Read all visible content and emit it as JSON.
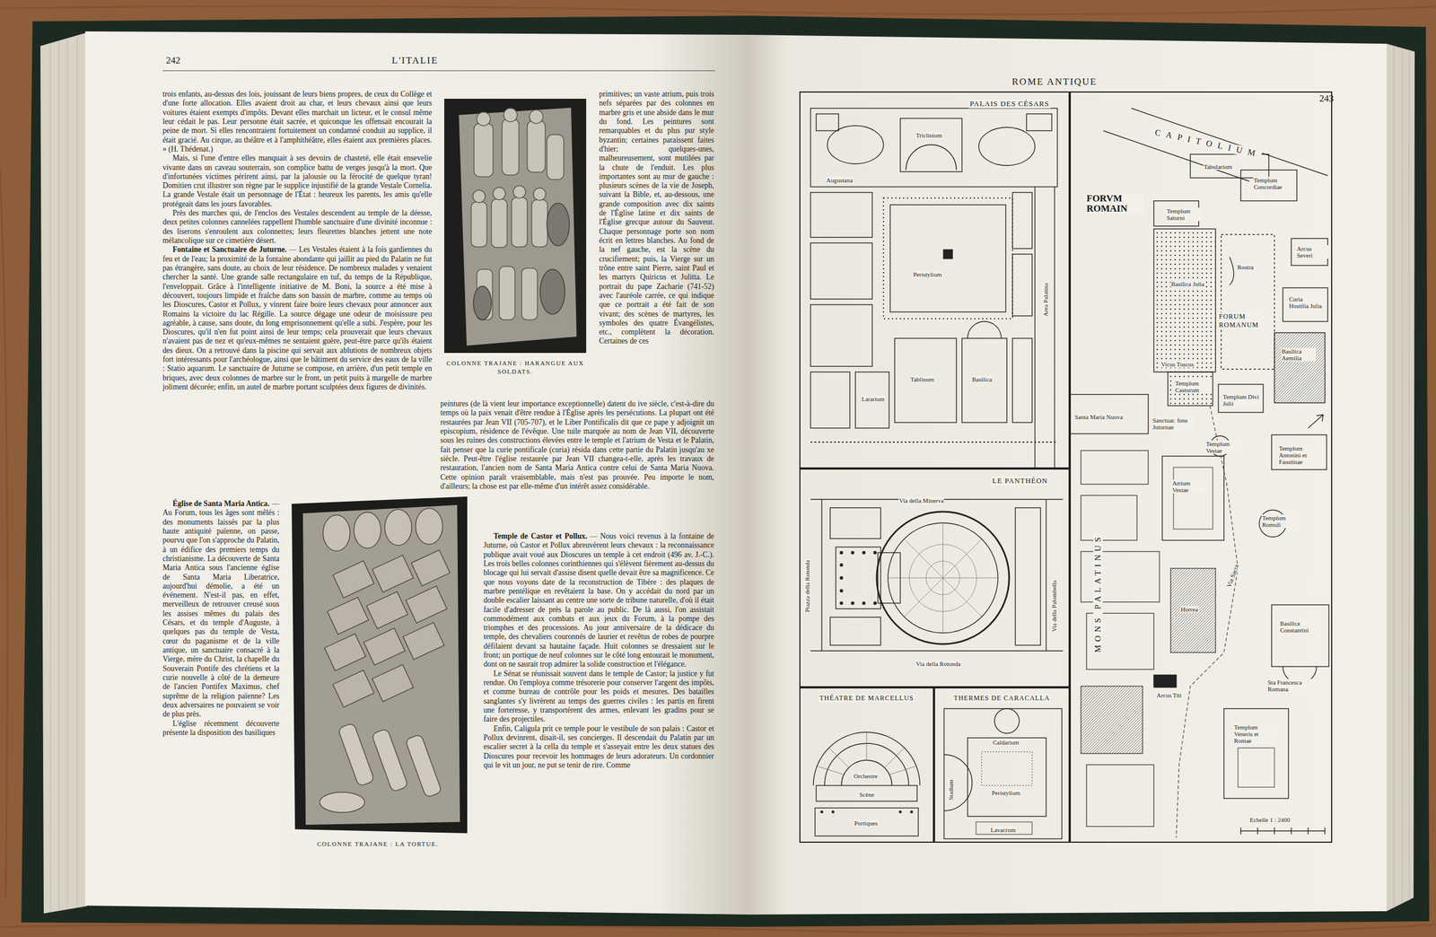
{
  "diagram": {
    "nodes": [
      {
        "text": [
          "COLONNE TRAJANE : HARANGUE AUX SOLDATS."
        ]
      },
      {
        "text": [
          "COLONNE TRAJANE : LA TORTUE."
        ]
      },
      {
        "text": [
          "PALAIS DES CÉSARS",
          "Triclinium",
          "Augustana",
          "Peristylium",
          "Tablinum",
          "Basilica",
          "Lararium",
          "Area Palatina"
        ]
      },
      {
        "text": [
          "LE PANTHÉON",
          "Via della Minerva",
          "Piazza della Rotonda",
          "Via della Palombella",
          "Via della Rotonda"
        ]
      },
      {
        "text": [
          "THÉATRE DE MARCELLUS",
          "Orchestre",
          "Scène",
          "Portiques"
        ]
      },
      {
        "text": [
          "THERMES DE CARACALLA",
          "Stadium",
          "Caldarium",
          "Peristylium",
          "Lavacrum"
        ]
      },
      {
        "text": [
          "FORVM ROMAIN",
          "CAPITOLIUM",
          "Tabularium",
          "Templum Concordiae",
          "Templum Saturni",
          "Basilica Julia",
          "Rostra",
          "Arcus Severi",
          "Curia Hostilia Julia",
          "FORUM ROMANUM",
          "Basilica Aemilia",
          "Vicus Tuscus",
          "Templum Castorum",
          "Santa Maria Nuova",
          "Sanctuar. fons Juturnae",
          "Templum Divi Julii",
          "Templum Vestae",
          "Templum Antonini et Faustinae",
          "Atrium Vestae",
          "Templum Romuli",
          "MONS PALATINUS",
          "Horrea",
          "Via Sacra",
          "Basilica Constantini",
          "Arcus Titi",
          "Sta Francesca Romana",
          "Templum Veneris et Romae",
          "Echelle 1 : 2400"
        ]
      }
    ],
    "labels": [
      "242",
      "L'ITALIE",
      "trois enfants, au-dessus des lois, jouissant de leurs biens propres, de ceux du Collège et d'une forte allocation. Elles avaient droit au char, et leurs chevaux ainsi que leurs voitures étaient exempts d'impôts. Devant elles marchait un licteur, et le consul même leur cédait le pas. Leur personne était sacrée, et quiconque les offensait encourait la peine de mort. Si elles rencontraient fortuitement un condamné conduit au supplice, il était gracié. Au cirque, au théâtre et à l'amphithéâtre, elles étaient aux premières places. » (H. Thédenat.)",
      "Mais, si l'une d'entre elles manquait à ses devoirs de chasteté, elle était ensevelie vivante dans un caveau souterrain, son complice battu de verges jusqu'à la mort. Que d'infortunées victimes périrent ainsi, par la jalousie ou la férocité de quelque tyran! Domitien crut illustrer son règne par le supplice injustifié de la grande Vestale Cornelia. La grande Vestale était un personnage de l'État : heureux les parents, les amis qu'elle protégeait dans les jours favorables.",
      "Près des marches qui, de l'enclos des Vestales descendent au temple de la déesse, deux petites colonnes cannelées rappellent l'humble sanctuaire d'une divinité inconnue : des liserons s'enroulent aux colonnettes; leurs fleurettes blanches jettent une note mélancolique sur ce cimetière désert.",
      "Fontaine et Sanctuaire de Juturne.",
      "— Les Vestales étaient à la fois gardiennes du feu et de l'eau; la proximité de la fontaine abondante qui jaillit au pied du Palatin ne fut pas étrangère, sans doute, au choix de leur résidence. De nombreux malades y venaient chercher la santé. Une grande salle rectangulaire en tuf, du temps de la République, l'enveloppait. Grâce à l'intelligente initiative de M. Boni, la source a été mise à découvert, toujours limpide et fraîche dans son bassin de marbre, comme au temps où les Dioscures, Castor et Pollux, y vinrent faire boire leurs chevaux pour annoncer aux Romains la victoire du lac Régille. La source dégage une odeur de moisissure peu agréable, à cause, sans doute, du long emprisonnement qu'elle a subi. J'espère, pour les Dioscures, qu'il n'en fut point ainsi de leur temps; cela prouverait que leurs chevaux n'avaient pas de nez et qu'eux-mêmes ne sentaient guère, peut-être parce qu'ils étaient des dieux. On a retrouvé dans la piscine qui servait aux ablutions de nombreux objets fort intéressants pour l'archéologue, ainsi que le bâtiment du service des eaux de la ville : Statio aquarum. Le sanctuaire de Juturne se compose, en arrière, d'un petit temple en briques, avec deux colonnes de marbre sur le front, un petit puits à margelle de marbre joliment décorée; enfin, un autel de marbre portant sculptées deux figures de divinités.",
      "Église de Santa Maria Antica.",
      "— Au Forum, tous les âges sont mêlés : des monuments laissés par la plus haute antiquité païenne, on passe, pourvu que l'on s'approche du Palatin, à un édifice des premiers temps du christianisme. La découverte de Santa Maria Antica sous l'ancienne église de Santa Maria Liberatrice, aujourd'hui démolie, a été un événement. N'est-il pas, en effet, merveilleux de retrouver creusé sous les assises mêmes du palais des Césars, et du temple d'Auguste, à quelques pas du temple de Vesta, cœur du paganisme et de la ville antique, un sanctuaire consacré à la Vierge, mère du Christ, la chapelle du Souverain Pontife des chrétiens et la curie nouvelle à côté de la demeure de l'ancien Pontifex Maximus, chef suprême de la religion païenne? Les deux adversaires ne pouvaient se voir de plus près.",
      "L'église récemment découverte présente la disposition des basiliques",
      "primitives; un vaste atrium, puis trois nefs séparées par des colonnes en marbre gris et une abside dans le mur du fond. Les peintures sont remarquables et du plus pur style byzantin; certaines paraissent faites d'hier; quelques-unes, malheureusement, sont mutilées par la chute de l'enduit. Les plus importantes sont au mur de gauche : plusieurs scènes de la vie de Joseph, suivant la Bible, et, au-dessous, une grande composition avec dix saints de l'Église latine et dix saints de l'Église grecque autour du Sauveur. Chaque personnage porte son nom écrit en lettres blanches. Au fond de la nef gauche, est la scène du crucifiement; puis, la Vierge sur un trône entre saint Pierre, saint Paul et les martyrs Quiricus et Julitta. Le portrait du pape Zacharie (741-52) avec l'auréole carrée, ce qui indique que ce portrait a été fait de son vivant; des scènes de martyres, les symboles des quatre Évangélistes, etc., complètent la décoration. Certaines de ces",
      "peintures (de là vient leur importance exceptionnelle) datent du ive siècle, c'est-à-dire du temps où la paix venait d'être rendue à l'Église après les persécutions. La plupart ont été restaurées par Jean VII (705-707), et le Liber Pontificalis dit que ce pape y adjoignit un episcopium, résidence de l'évêque. Une tuile marquée au nom de Jean VII, découverte sous les ruines des constructions élevées entre le temple et l'atrium de Vesta et le Palatin, fait penser que la curie pontificale (curia) résida dans cette partie du Palatin jusqu'au xe siècle. Peut-être l'église restaurée par Jean VII changea-t-elle, après les travaux de restauration, l'ancien nom de Santa Maria Antica contre celui de Santa Maria Nuova. Cette opinion paraît vraisemblable, mais n'est pas prouvée. Peu importe le nom, d'ailleurs; la chose est par elle-même d'un intérêt assez considérable.",
      "Temple de Castor et Pollux.",
      "— Nous voici revenus à la fontaine de Juturne, où Castor et Pollux abreuvèrent leurs chevaux : la reconnaissance publique avait voué aux Dioscures un temple à cet endroit (496 av. J.-C.). Les trois belles colonnes corinthiennes qui s'élèvent fièrement au-dessus du blocage qui lui servait d'assise disent quelle devait être sa magnificence. Ce que nous voyons date de la reconstruction de Tibère : des plaques de marbre pentélique en revêtaient la base. On y accédait du nord par un double escalier laissant au centre une sorte de tribune naturelle, d'où il était facile d'adresser de près la parole au public. De là aussi, l'on assistait commodément aux combats et aux jeux du Forum, à la pompe des triomphes et des processions. Au jour anniversaire de la dédicace du temple, des chevaliers couronnés de laurier et revêtus de robes de pourpre défilaient devant sa hautaine façade. Huit colonnes se dressaient sur le front; un portique de neuf colonnes sur le côté long entourait le monument, dont on ne saurait trop admirer la solide construction et l'élégance.",
      "Le Sénat se réunissait souvent dans le temple de Castor; la justice y fut rendue. On l'employa comme trésorerie pour conserver l'argent des impôts, et comme bureau de contrôle pour les poids et mesures. Des batailles sanglantes s'y livrèrent au temps des guerres civiles : les partis en firent une forteresse, y transportèrent des armes, enlevant les gradins pour se faire des projectiles.",
      "Enfin, Caligula prit ce temple pour le vestibule de son palais : Castor et Pollux devinrent, disait-il, ses concierges. Il descendait du Palatin par un escalier secret à la cella du temple et s'asseyait entre les deux statues des Dioscures pour recevoir les hommages de leurs adorateurs. Un cordonnier qui le vit un jour, ne put se tenir de rire. Comme",
      "ROME ANTIQUE",
      "243"
    ]
  }
}
